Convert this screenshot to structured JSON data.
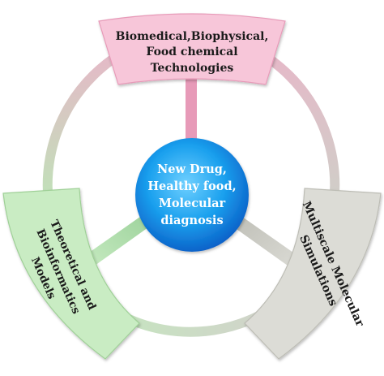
{
  "center": {
    "lines": [
      "New Drug,",
      "Healthy food,",
      "Molecular",
      "diagnosis"
    ]
  },
  "top": {
    "lines": [
      "Biomedical,Biophysical,",
      "Food chemical",
      "Technologies"
    ]
  },
  "left": {
    "lines": [
      "Theoretical and",
      "Bioinformatics",
      "Models"
    ]
  },
  "right": {
    "lines": [
      "Multiscale Molecular",
      "Simulations"
    ]
  },
  "colors": {
    "top_box": "#f7c6d9",
    "top_ring": "#e79ab8",
    "left_box": "#c9ecc3",
    "left_ring": "#a8d6a0",
    "right_box": "#dcdcd6",
    "right_ring": "#c2c2ba",
    "center": "#0b74d6"
  }
}
